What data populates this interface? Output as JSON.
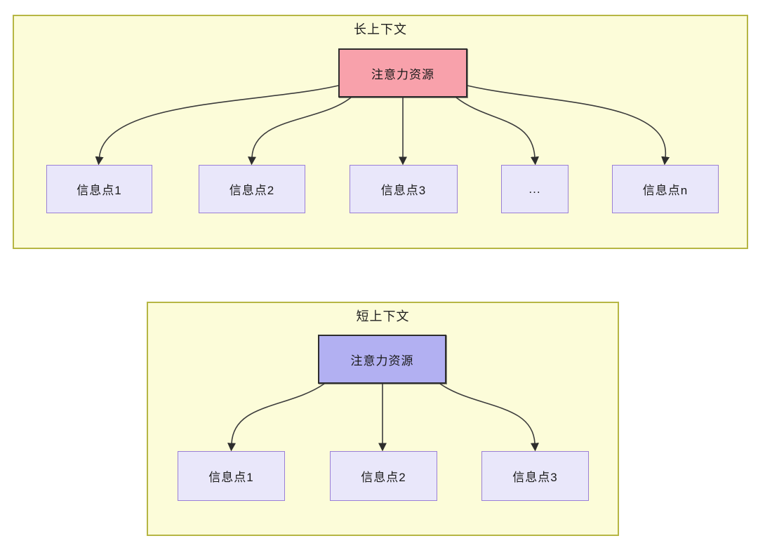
{
  "diagram": {
    "type": "flowchart-comparison",
    "groups": [
      {
        "id": "long-context",
        "title": "长上下文",
        "root_label": "注意力资源",
        "root_fill": "#f8a1ab",
        "children": [
          "信息点1",
          "信息点2",
          "信息点3",
          "...",
          "信息点n"
        ]
      },
      {
        "id": "short-context",
        "title": "短上下文",
        "root_label": "注意力资源",
        "root_fill": "#b2b0f2",
        "children": [
          "信息点1",
          "信息点2",
          "信息点3"
        ]
      }
    ],
    "colors": {
      "group_fill": "#fcfcd9",
      "group_border": "#b6b644",
      "root_border": "#2d2d2d",
      "child_fill": "#e9e7fa",
      "child_border": "#9a7fd6",
      "arrow": "#3c3c3c",
      "text": "#1f1f1f",
      "page_background": "#ffffff"
    }
  }
}
